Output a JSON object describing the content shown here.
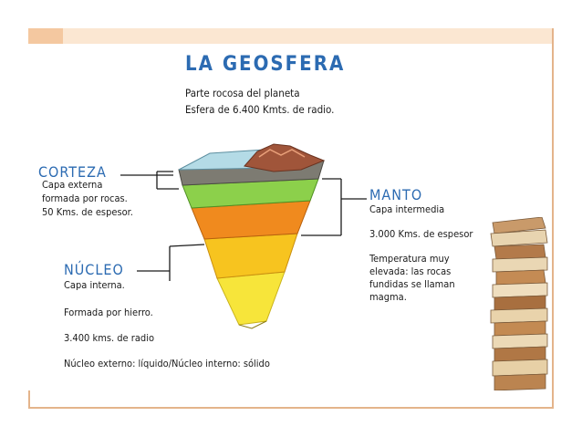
{
  "title": "LA GEOSFERA",
  "subtitle_lines": [
    "Parte rocosa del planeta",
    "Esfera de 6.400 Kmts. de radio."
  ],
  "corteza": {
    "heading": "CORTEZA",
    "lines": [
      "Capa externa",
      "formada por rocas.",
      "50 Kms. de espesor."
    ]
  },
  "manto": {
    "heading": "MANTO",
    "lines": [
      "Capa intermedia",
      "3.000 Kms. de espesor",
      "Temperatura muy",
      "elevada: las rocas",
      "fundidas se llaman",
      "magma."
    ]
  },
  "nucleo": {
    "heading": "NÚCLEO",
    "lines": [
      "Capa interna.",
      "Formada por hierro.",
      "3.400 kms. de radio",
      "Núcleo externo: líquido/Núcleo interno: sólido"
    ]
  },
  "colors": {
    "accent_blue": "#2c6bb2",
    "frame": "#e4b48b",
    "crust_top": "#b4dbe6",
    "crust_brown": "#8a5a3a",
    "layer_green_light": "#9dd55a",
    "layer_green": "#6cb93b",
    "layer_orange": "#f08a1e",
    "layer_amber": "#f7b418",
    "layer_yellow": "#f7e02a"
  }
}
